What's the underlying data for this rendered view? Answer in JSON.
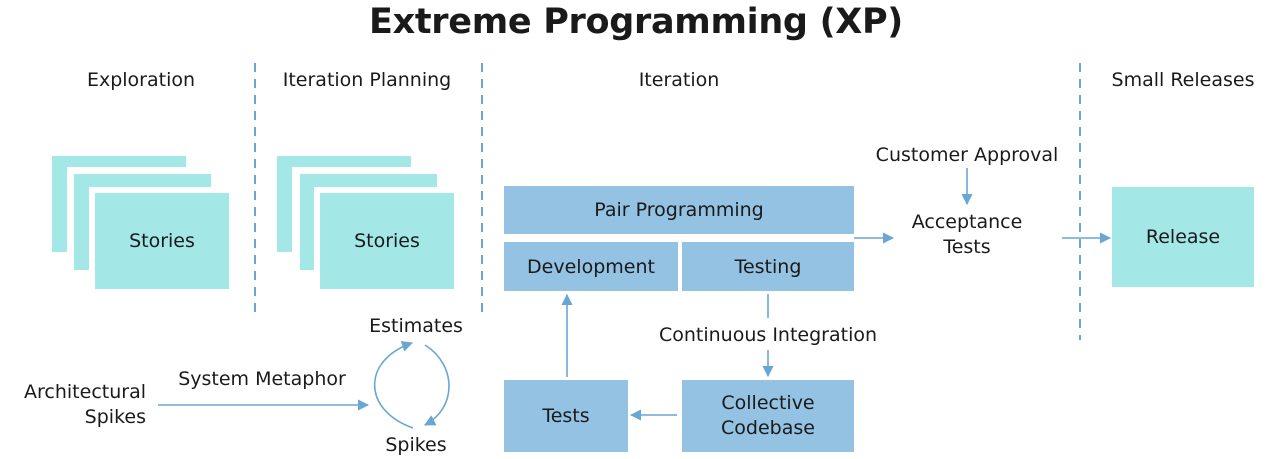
{
  "title": "Extreme Programming (XP)",
  "colors": {
    "story_fill": "#a3e7e7",
    "work_fill": "#93c2e3",
    "line": "#6aa6d4",
    "text": "#1a1a1a"
  },
  "phases": {
    "exploration": "Exploration",
    "iteration_planning": "Iteration Planning",
    "iteration": "Iteration",
    "small_releases": "Small Releases"
  },
  "exploration": {
    "stories_label": "Stories"
  },
  "planning": {
    "stories_label": "Stories",
    "estimates_label": "Estimates",
    "spikes_label": "Spikes"
  },
  "left": {
    "architectural_spikes": "Architectural\nSpikes",
    "system_metaphor": "System Metaphor"
  },
  "iteration": {
    "pair_programming": "Pair Programming",
    "development": "Development",
    "testing": "Testing",
    "continuous_integration": "Continuous Integration",
    "collective_codebase": "Collective\nCodebase",
    "tests": "Tests"
  },
  "acceptance": {
    "customer_approval": "Customer Approval",
    "acceptance_tests": "Acceptance\nTests"
  },
  "release": {
    "label": "Release"
  }
}
